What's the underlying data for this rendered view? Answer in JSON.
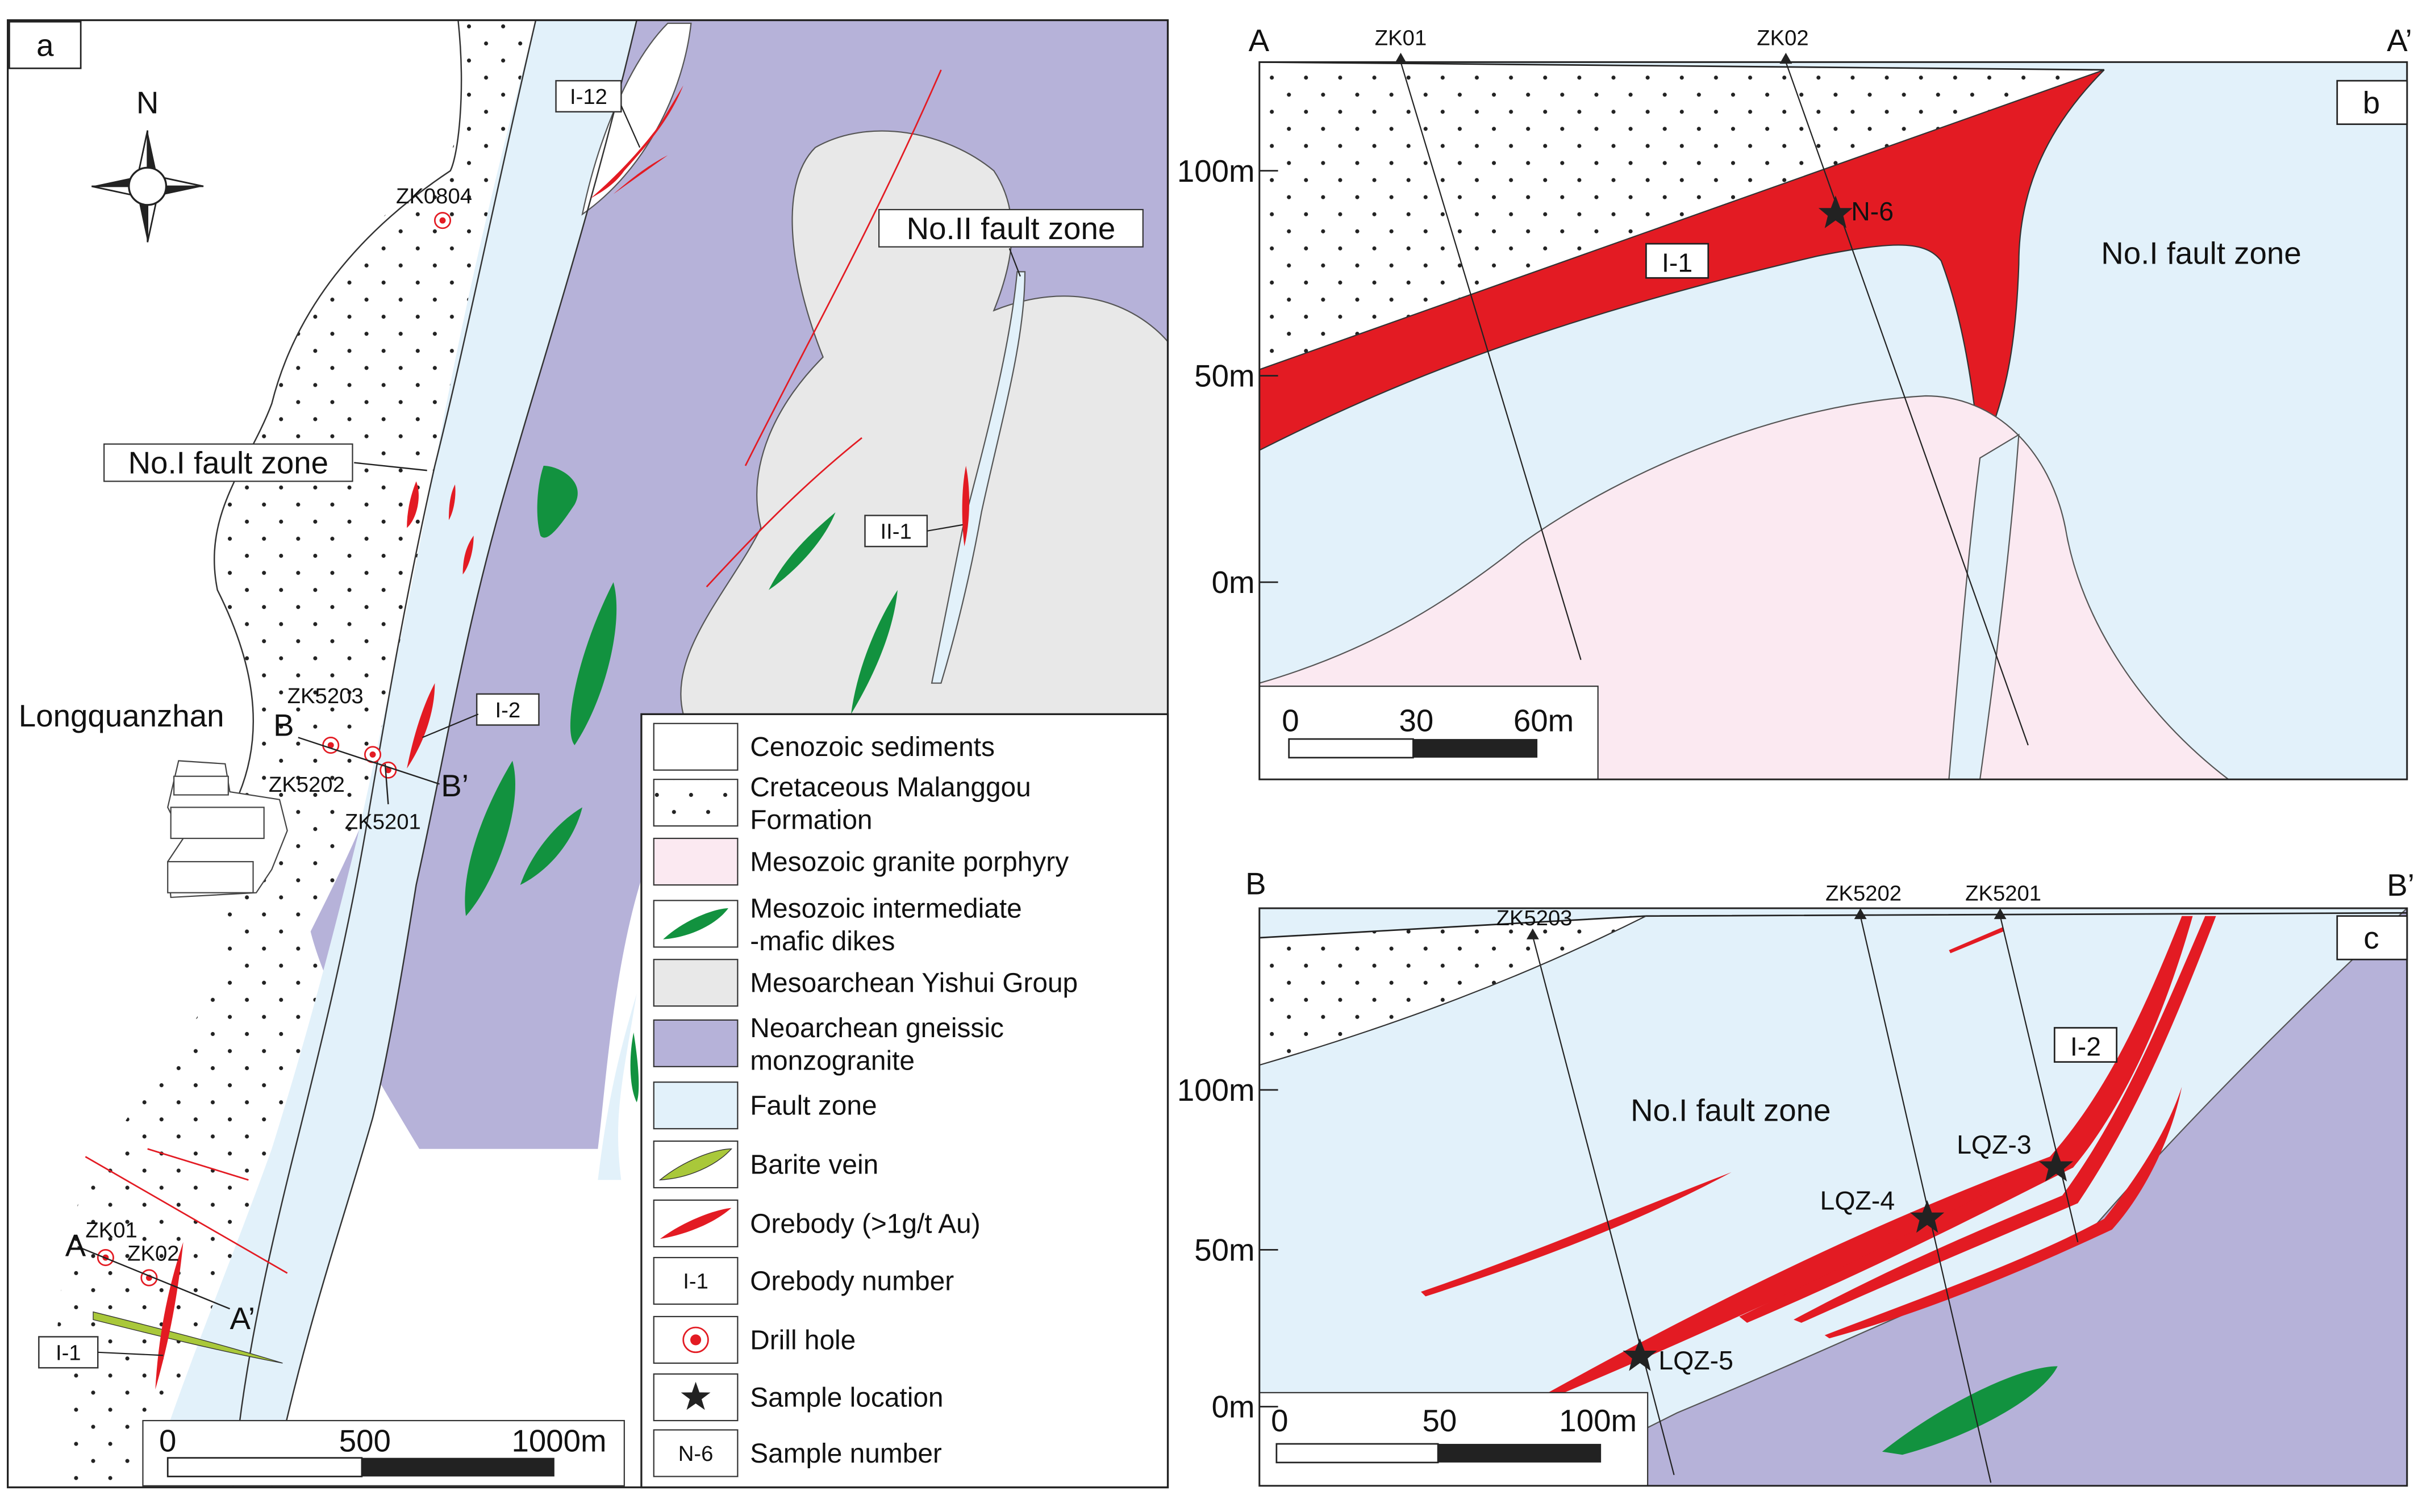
{
  "colors": {
    "cenozoic": "#ffffff",
    "malanggou": "#ffffff",
    "granite_porphyry": "#fbe9f1",
    "dikes": "#12923f",
    "yishui": "#e8e8e8",
    "monzogranite": "#b6b2d9",
    "fault_zone": "#e2f1fa",
    "barite": "#a9c83a",
    "orebody": "#e31b23",
    "line": "#222222"
  },
  "panel_a": {
    "tag": "a",
    "north": "N",
    "labels": {
      "no1_fault_zone": "No.I fault zone",
      "no2_fault_zone": "No.II fault zone",
      "longquanzhan": "Longquanzhan"
    },
    "orebody_tags": {
      "i12": "I-12",
      "i2": "I-2",
      "ii1": "II-1",
      "i1": "I-1"
    },
    "drill_holes": {
      "zk0804": "ZK0804",
      "zk5203": "ZK5203",
      "zk5202": "ZK5202",
      "zk5201": "ZK5201",
      "zk01": "ZK01",
      "zk02": "ZK02"
    },
    "section_ends": {
      "b": "B",
      "b_prime": "B’",
      "a": "A",
      "a_prime": "A’"
    },
    "scale": {
      "t0": "0",
      "t1": "500",
      "t2": "1000m"
    }
  },
  "legend": {
    "items": [
      {
        "icon": "cenozoic-swatch",
        "text": "Cenozoic sediments"
      },
      {
        "icon": "dotted-swatch",
        "text": "Cretaceous Malanggou",
        "text2": "Formation"
      },
      {
        "icon": "pink-swatch",
        "text": "Mesozoic granite porphyry"
      },
      {
        "icon": "dike-swatch",
        "text": "Mesozoic intermediate",
        "text2": "-mafic dikes"
      },
      {
        "icon": "grey-swatch",
        "text": "Mesoarchean Yishui Group"
      },
      {
        "icon": "purple-swatch",
        "text": "Neoarchean gneissic",
        "text2": "monzogranite"
      },
      {
        "icon": "blue-swatch",
        "text": "Fault zone"
      },
      {
        "icon": "barite-swatch",
        "text": "Barite vein"
      },
      {
        "icon": "orebody-swatch",
        "text": "Orebody (>1g/t Au)"
      },
      {
        "icon": "orebody-number-swatch",
        "swatch_text": "I-1",
        "text": "Orebody number"
      },
      {
        "icon": "drill-hole-icon",
        "text": "Drill hole"
      },
      {
        "icon": "star-icon",
        "text": "Sample location"
      },
      {
        "icon": "sample-number-swatch",
        "swatch_text": "N-6",
        "text": "Sample number"
      }
    ]
  },
  "panel_b": {
    "tag": "b",
    "left_end": "A",
    "right_end": "A’",
    "holes": [
      "ZK01",
      "ZK02"
    ],
    "elevations": [
      "100m",
      "50m",
      "0m"
    ],
    "fault_label": "No.I fault zone",
    "orebody_tag": "I-1",
    "sample": "N-6",
    "scale": {
      "t0": "0",
      "t1": "30",
      "t2": "60m"
    }
  },
  "panel_c": {
    "tag": "c",
    "left_end": "B",
    "right_end": "B’",
    "holes": [
      "ZK5203",
      "ZK5202",
      "ZK5201"
    ],
    "elevations": [
      "100m",
      "50m",
      "0m"
    ],
    "fault_label": "No.I fault zone",
    "orebody_tag": "I-2",
    "samples": [
      "LQZ-3",
      "LQZ-4",
      "LQZ-5"
    ],
    "scale": {
      "t0": "0",
      "t1": "50",
      "t2": "100m"
    }
  }
}
